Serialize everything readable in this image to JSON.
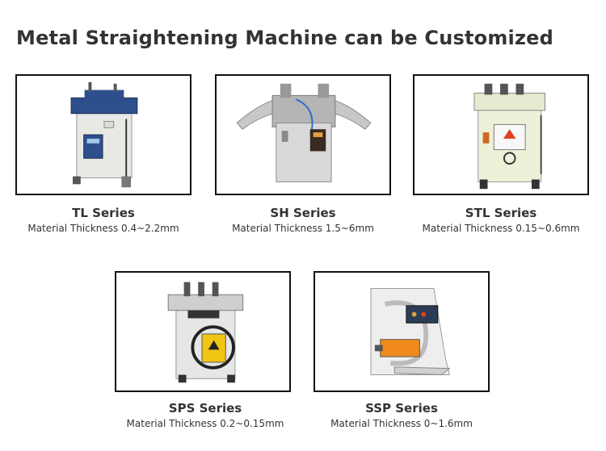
{
  "title": "Metal Straightening Machine can be Customized",
  "products": [
    {
      "name": "TL Series",
      "spec": "Material Thickness 0.4~2.2mm"
    },
    {
      "name": "SH Series",
      "spec": "Material Thickness 1.5~6mm"
    },
    {
      "name": "STL Series",
      "spec": "Material Thickness 0.15~0.6mm"
    },
    {
      "name": "SPS Series",
      "spec": "Material Thickness 0.2~0.15mm"
    },
    {
      "name": "SSP Series",
      "spec": "Material Thickness 0~1.6mm"
    }
  ]
}
